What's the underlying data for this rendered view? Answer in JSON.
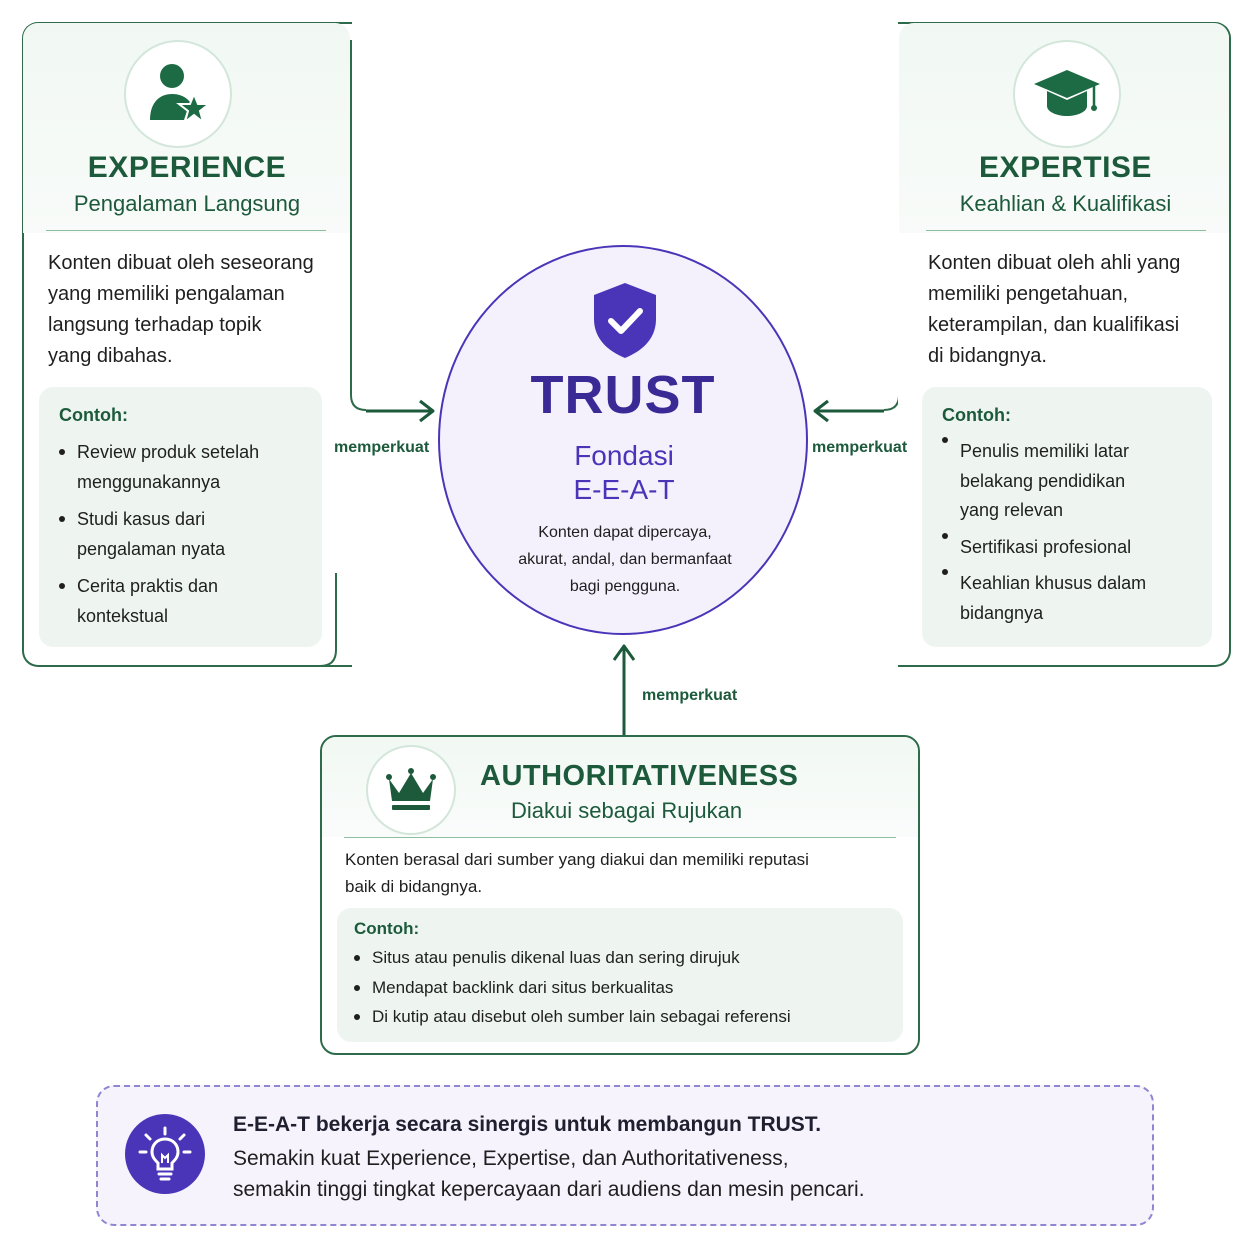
{
  "colors": {
    "green_accent": "#1d5a3c",
    "green_border": "#2e6b4a",
    "purple_accent": "#4a35b8",
    "purple_title": "#3a2a96",
    "example_bg": "#eef5f0",
    "footer_bg": "#f6f3fd"
  },
  "experience": {
    "icon": "user-star-icon",
    "title": "EXPERIENCE",
    "subtitle": "Pengalaman Langsung",
    "description_lines": [
      "Konten dibuat oleh seseorang",
      "yang memiliki pengalaman",
      "langsung terhadap topik",
      "yang dibahas."
    ],
    "examples_title": "Contoh:",
    "examples": [
      [
        "Review produk setelah",
        "menggunakannya"
      ],
      [
        "Studi kasus dari",
        "pengalaman nyata"
      ],
      [
        "Cerita praktis dan",
        "kontekstual"
      ]
    ]
  },
  "expertise": {
    "icon": "graduation-cap-icon",
    "title": "EXPERTISE",
    "subtitle": "Keahlian & Kualifikasi",
    "description_lines": [
      "Konten dibuat oleh ahli yang",
      "memiliki pengetahuan,",
      "keterampilan, dan kualifikasi",
      "di bidangnya."
    ],
    "examples_title": "Contoh:",
    "examples": [
      [
        "Penulis memiliki latar",
        "belakang pendidikan",
        "yang relevan"
      ],
      [
        "Sertifikasi profesional"
      ],
      [
        "Keahlian khusus dalam",
        "bidangnya"
      ]
    ]
  },
  "trust": {
    "icon": "shield-check-icon",
    "title": "TRUST",
    "subtitle_line1": "Fondasi",
    "subtitle_line2": "E-E-A-T",
    "description_lines": [
      "Konten dapat dipercaya,",
      "akurat, andal, dan bermanfaat",
      "bagi pengguna."
    ]
  },
  "connectors": {
    "left_label": "memperkuat",
    "right_label": "memperkuat",
    "bottom_label": "memperkuat"
  },
  "authoritativeness": {
    "icon": "crown-icon",
    "title": "AUTHORITATIVENESS",
    "subtitle": "Diakui sebagai Rujukan",
    "description_lines": [
      "Konten berasal dari sumber yang diakui dan memiliki reputasi",
      "baik di bidangnya."
    ],
    "examples_title": "Contoh:",
    "examples": [
      "Situs atau penulis dikenal luas dan sering dirujuk",
      "Mendapat backlink dari situs berkualitas",
      "Di kutip atau disebut oleh sumber lain sebagai referensi"
    ]
  },
  "footer": {
    "icon": "lightbulb-icon",
    "headline": "E-E-A-T bekerja secara sinergis untuk membangun TRUST.",
    "line1": "Semakin kuat Experience, Expertise, dan Authoritativeness,",
    "line2": "semakin tinggi tingkat kepercayaan dari audiens dan mesin pencari."
  }
}
